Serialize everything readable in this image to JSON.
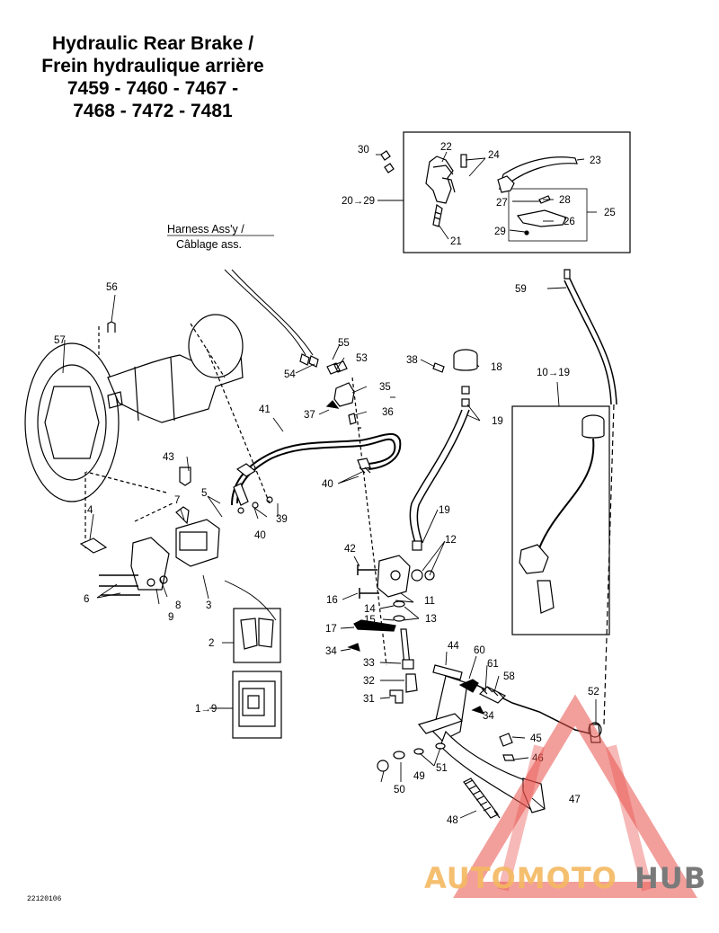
{
  "title": {
    "line1": "Hydraulic Rear Brake /",
    "line2": "Frein hydraulique arrière",
    "line3": "7459 - 7460 - 7467 -",
    "line4": "7468 - 7472 - 7481"
  },
  "harness_label": {
    "line1": "Harness Ass'y /",
    "line2": "Câblage ass."
  },
  "callouts": {
    "c1to9": "1→9",
    "c2": "2",
    "c3": "3",
    "c4": "4",
    "c5": "5",
    "c6": "6",
    "c7": "7",
    "c8": "8",
    "c9": "9",
    "c10to19": "10→19",
    "c11": "11",
    "c12": "12",
    "c13": "13",
    "c14": "14",
    "c15": "15",
    "c16": "16",
    "c17": "17",
    "c18": "18",
    "c19a": "19",
    "c19b": "19",
    "c20to29": "20→29",
    "c21": "21",
    "c22": "22",
    "c23": "23",
    "c24": "24",
    "c25": "25",
    "c26": "26",
    "c27": "27",
    "c28": "28",
    "c29": "29",
    "c30": "30",
    "c31": "31",
    "c32": "32",
    "c33": "33",
    "c34a": "34",
    "c34b": "34",
    "c35": "35",
    "c36": "36",
    "c37": "37",
    "c38": "38",
    "c39": "39",
    "c40a": "40",
    "c40b": "40",
    "c41": "41",
    "c42": "42",
    "c43": "43",
    "c44": "44",
    "c45": "45",
    "c46": "46",
    "c47": "47",
    "c48": "48",
    "c49": "49",
    "c50": "50",
    "c51": "51",
    "c52": "52",
    "c53": "53",
    "c54": "54",
    "c55": "55",
    "c56": "56",
    "c57": "57",
    "c58": "58",
    "c59": "59",
    "c60": "60",
    "c61": "61"
  },
  "drawing_code": "22120106",
  "watermark": {
    "part1": "AUTOMOTO",
    "part2": "HUB",
    "color_main": "#f4b860",
    "color_hub": "#7a7a7a",
    "color_triangle": "#e8504a"
  }
}
